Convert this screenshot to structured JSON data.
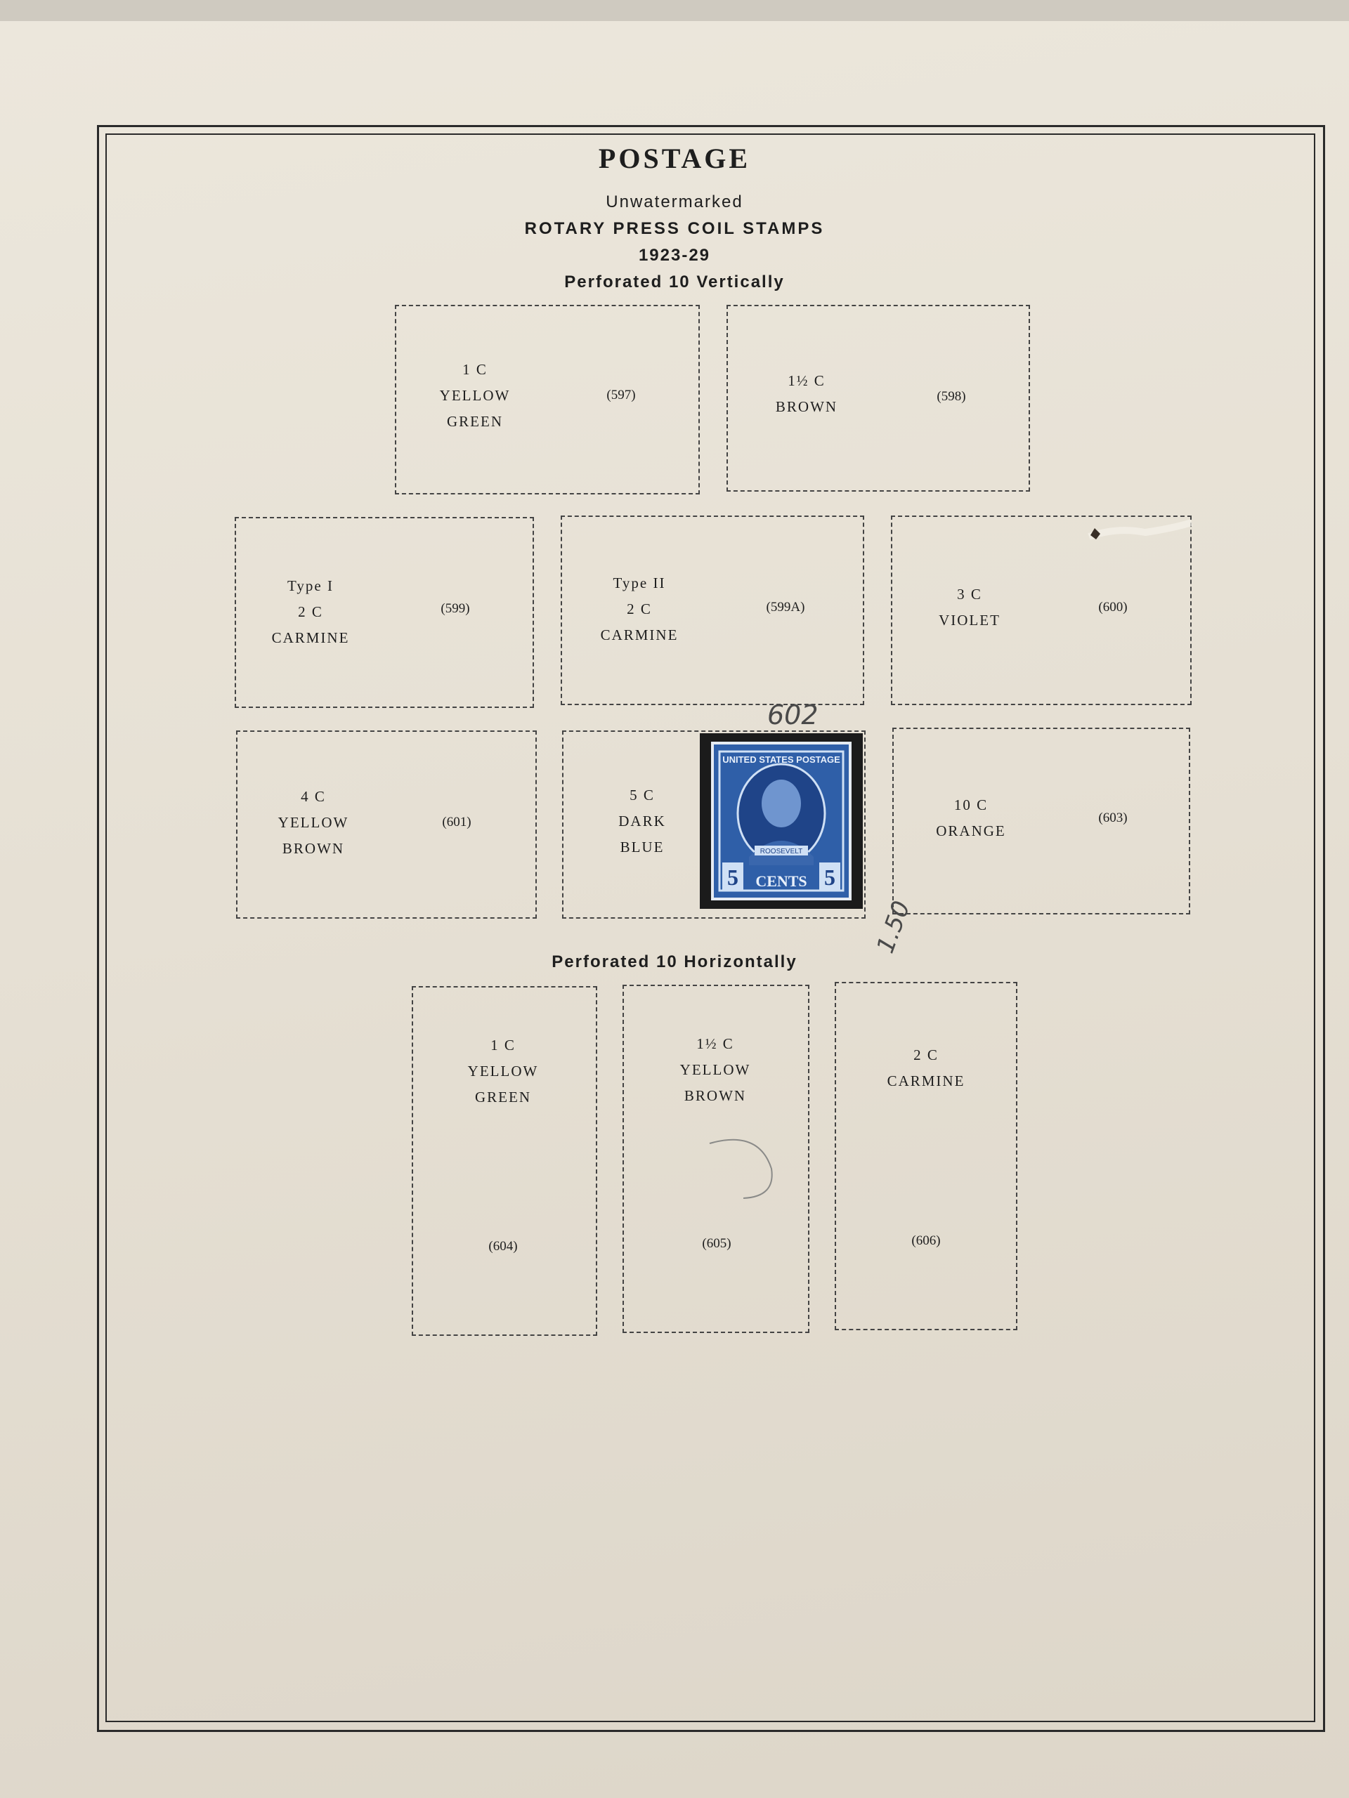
{
  "header": {
    "title": "POSTAGE",
    "line1": "Unwatermarked",
    "line2": "ROTARY PRESS COIL STAMPS",
    "line3": "1923-29",
    "section1": "Perforated 10 Vertically",
    "section2": "Perforated 10 Horizontally"
  },
  "vertical": [
    {
      "lines": [
        "1 C",
        "YELLOW",
        "GREEN"
      ],
      "catalog": "(597)"
    },
    {
      "lines": [
        "1½ C",
        "BROWN"
      ],
      "catalog": "(598)"
    },
    {
      "lines": [
        "Type I",
        "2 C",
        "CARMINE"
      ],
      "catalog": "(599)"
    },
    {
      "lines": [
        "Type II",
        "2 C",
        "CARMINE"
      ],
      "catalog": "(599A)"
    },
    {
      "lines": [
        "3 C",
        "VIOLET"
      ],
      "catalog": "(600)"
    },
    {
      "lines": [
        "4 C",
        "YELLOW",
        "BROWN"
      ],
      "catalog": "(601)"
    },
    {
      "lines": [
        "5 C",
        "DARK",
        "BLUE"
      ],
      "catalog": ""
    },
    {
      "lines": [
        "10 C",
        "ORANGE"
      ],
      "catalog": "(603)"
    }
  ],
  "horizontal": [
    {
      "lines": [
        "1 C",
        "YELLOW",
        "GREEN"
      ],
      "catalog": "(604)"
    },
    {
      "lines": [
        "1½ C",
        "YELLOW",
        "BROWN"
      ],
      "catalog": "(605)"
    },
    {
      "lines": [
        "2 C",
        "CARMINE"
      ],
      "catalog": "(606)"
    }
  ],
  "stamp": {
    "top_text": "UNITED STATES POSTAGE",
    "name": "ROOSEVELT",
    "value": "5",
    "denomination": "CENTS",
    "color": "#2f5fa8"
  },
  "annotations": {
    "pencil_number": "602",
    "pencil_price": "1.50"
  }
}
